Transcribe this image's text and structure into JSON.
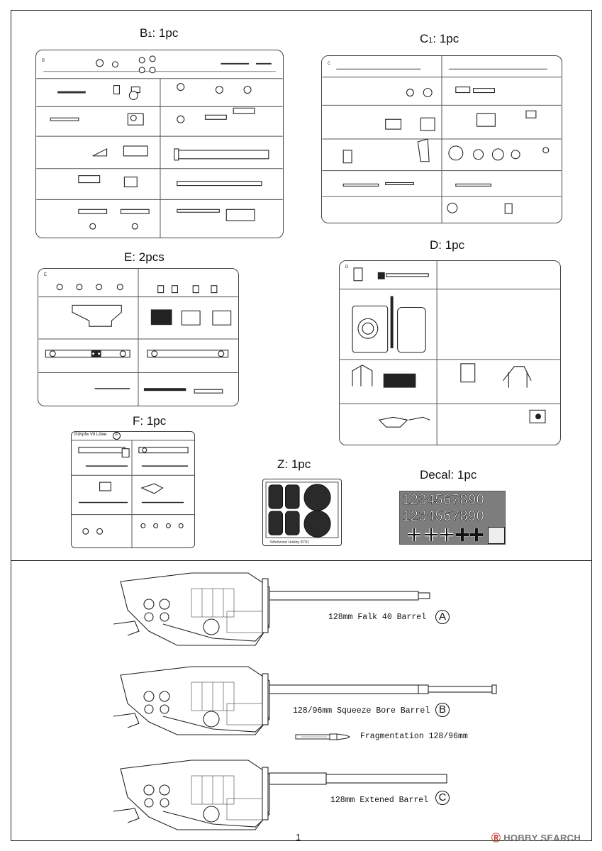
{
  "panels": {
    "b1": {
      "title": "B",
      "title_sub": "1",
      "title_suffix": ": 1pc",
      "tag": "B"
    },
    "c1": {
      "title": "C",
      "title_sub": "1",
      "title_suffix": ": 1pc",
      "tag": "C"
    },
    "e": {
      "title": "E: 2pcs",
      "tag": "E"
    },
    "d": {
      "title": "D: 1pc",
      "tag": "D"
    },
    "f": {
      "title": "F: 1pc",
      "header": "PzKpfw VII Löwe",
      "tag": "F"
    },
    "z": {
      "title": "Z: 1pc",
      "caption": "Whirlwind Hobby 8701"
    },
    "decal": {
      "title": "Decal: 1pc",
      "row1": "1234567890",
      "row2": "1234567890"
    }
  },
  "barrels": [
    {
      "label": "128mm Falk 40 Barrel",
      "letter": "A"
    },
    {
      "label": "128/96mm Squeeze Bore Barrel",
      "letter": "B"
    },
    {
      "label": "128mm Extened Barrel",
      "letter": "C"
    }
  ],
  "ammo": {
    "label": "Fragmentation 128/96mm"
  },
  "page_number": "1",
  "watermark": {
    "mark": "Ⓡ",
    "text": "HOBBY SEARCH"
  }
}
